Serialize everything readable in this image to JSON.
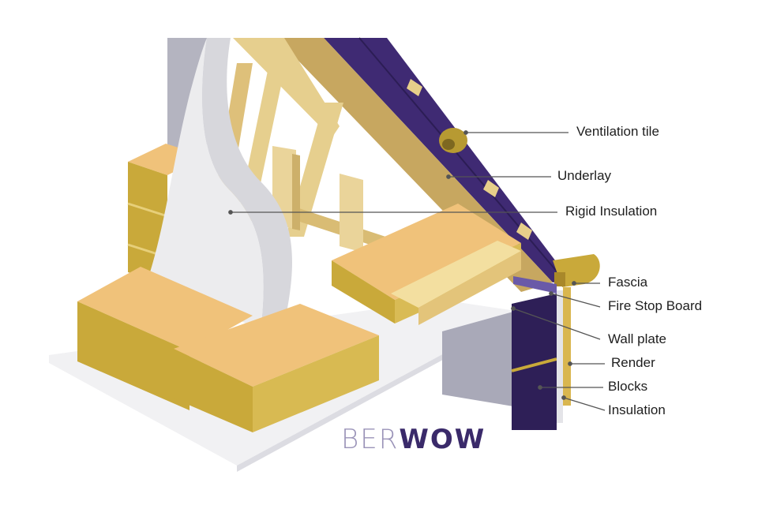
{
  "labels": {
    "ventilation_tile": "Ventilation tile",
    "underlay": "Underlay",
    "rigid_insulation": "Rigid Insulation",
    "fascia": "Fascia",
    "fire_stop_board": "Fire Stop Board",
    "wall_plate": "Wall plate",
    "render": "Render",
    "blocks": "Blocks",
    "insulation": "Insulation"
  },
  "logo": {
    "part1": "BER",
    "part2": "WOW"
  },
  "colors": {
    "roof_membrane": "#3f2a73",
    "timber": "#e8cf8a",
    "block_top": "#f0c27a",
    "block_side": "#c9a93a",
    "insulation_board": "#ececee",
    "wall_grey": "#b8b8c4",
    "leader": "#555555"
  }
}
